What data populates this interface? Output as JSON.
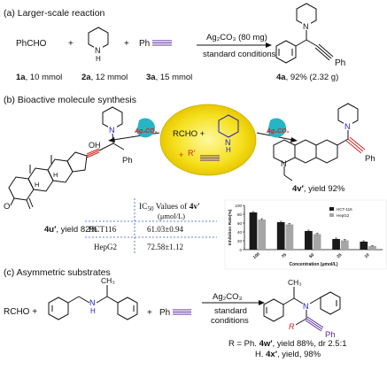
{
  "sections": {
    "a": {
      "title": "(a) Larger-scale reaction",
      "aldehyde": "PhCHO",
      "plus": "+",
      "alkyne_ph": "Ph",
      "amine_nh": "N",
      "amine_h": "H",
      "reagent": "Ag₂CO₃ (80 mg)",
      "conditions": "standard conditions",
      "label_1a_bold": "1a",
      "label_1a_rest": ", 10 mmol",
      "label_2a_bold": "2a",
      "label_2a_rest": ", 12 mmol",
      "label_3a_bold": "3a",
      "label_3a_rest": ", 15 mmol",
      "product_n": "N",
      "product_ph": "Ph",
      "product_bold": "4a",
      "product_rest": ", 92% (2.32 g)"
    },
    "b": {
      "title": "(b) Bioactive molecule synthesis",
      "center_rcho": "RCHO +",
      "center_r": "R′",
      "center_plus": "+",
      "center_n": "N",
      "center_h": "H",
      "catalyst": "Ag₂CO₃",
      "left_oh": "OH",
      "left_h": "H",
      "left_o": "O",
      "left_n": "N",
      "left_ph": "Ph",
      "left_bold": "4u′",
      "left_rest": ", yield 82%",
      "right_n": "N",
      "right_n2": "N",
      "right_ph": "Ph",
      "right_bold": "4v′",
      "right_rest": ", yield 92%",
      "table": {
        "header_prefix": "IC",
        "header_sub": "50",
        "header_mid": " Values of ",
        "header_bold": "4v′",
        "header_unit": "(μmol/L)",
        "rows": [
          {
            "cell": "HCT116",
            "value": "61.03±0.94"
          },
          {
            "cell": "HepG2",
            "value": "72.58±1.12"
          }
        ]
      }
    },
    "c": {
      "title": "(c) Asymmetric substrates",
      "rcho": "RCHO +",
      "amine_n": "N",
      "amine_h": "H",
      "ch3": "CH₃",
      "plus": "+",
      "alkyne_ph": "Ph",
      "reagent": "Ag₂CO₃",
      "cond1": "standard",
      "cond2": "conditions",
      "product_ch3": "CH₃",
      "product_n": "N",
      "product_r": "R",
      "product_ph": "Ph",
      "result1_pre": "R = Ph. ",
      "result1_bold": "4w′",
      "result1_rest": ", yield 88%, dr 2.5:1",
      "result2_pre": "H. ",
      "result2_bold": "4x′",
      "result2_rest": ",  yield, 98%"
    }
  },
  "chart_data": {
    "type": "bar",
    "categories": [
      "100",
      "75",
      "50",
      "25",
      "10"
    ],
    "series": [
      {
        "name": "HCT-116",
        "values": [
          84,
          62,
          42,
          24,
          18
        ],
        "errors": [
          2,
          2,
          2,
          2,
          2
        ]
      },
      {
        "name": "HepG2",
        "values": [
          68,
          57,
          35,
          21,
          8
        ],
        "errors": [
          2,
          2,
          2,
          2,
          1
        ]
      }
    ],
    "title": "",
    "xlabel": "Concentration (μmol/L)",
    "ylabel": "Inhibition Rate(%)",
    "ylim": [
      0,
      100
    ],
    "yticks": [
      "0",
      "20",
      "40",
      "60",
      "80",
      "100"
    ],
    "legend_position": "top-right",
    "colors": [
      "#1a1a1a",
      "#a6a6a6"
    ],
    "grid": false
  },
  "colors": {
    "accent_red": "#d42020",
    "accent_blue": "#2020c0",
    "teal": "#27b5c4",
    "yellow": "#f5e01e",
    "alkyne_purple": "#5b2b9a"
  }
}
